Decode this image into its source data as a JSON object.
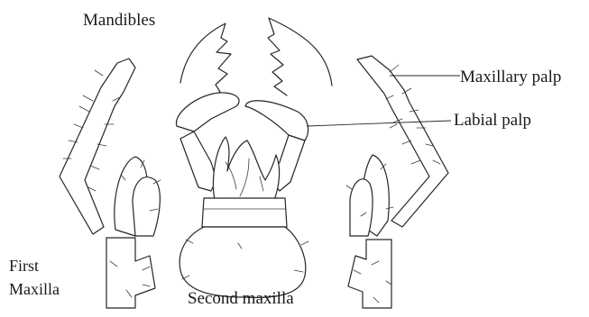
{
  "labels": {
    "mandibles": "Mandibles",
    "maxillary_palp": "Maxillary palp",
    "labial_palp": "Labial palp",
    "first_maxilla_line1": "First",
    "first_maxilla_line2": "Maxilla",
    "second_maxilla": "Second maxilla"
  }
}
